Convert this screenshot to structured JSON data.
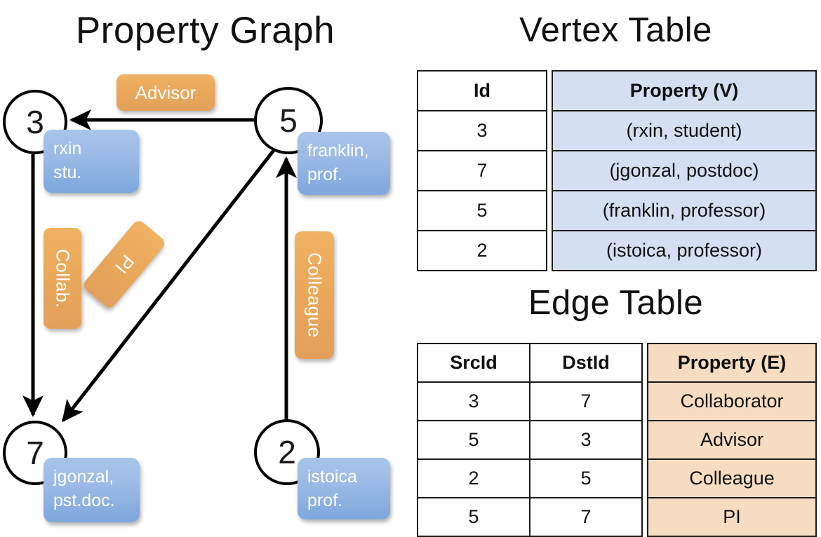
{
  "titles": {
    "property_graph": "Property Graph",
    "vertex_table": "Vertex Table",
    "edge_table": "Edge Table"
  },
  "graph": {
    "nodes": [
      {
        "id": "3",
        "property_lines": [
          "rxin",
          "stu."
        ]
      },
      {
        "id": "5",
        "property_lines": [
          "franklin,",
          "prof."
        ]
      },
      {
        "id": "7",
        "property_lines": [
          "jgonzal,",
          "pst.doc."
        ]
      },
      {
        "id": "2",
        "property_lines": [
          "istoica",
          "prof."
        ]
      }
    ],
    "edge_labels": [
      {
        "name": "advisor",
        "text": "Advisor"
      },
      {
        "name": "collab",
        "text": "Collab."
      },
      {
        "name": "pi",
        "text": "PI"
      },
      {
        "name": "colleague",
        "text": "Colleague"
      }
    ],
    "edges": [
      {
        "src": "5",
        "dst": "3",
        "label": "Advisor"
      },
      {
        "src": "3",
        "dst": "7",
        "label": "Collab."
      },
      {
        "src": "5",
        "dst": "7",
        "label": "PI"
      },
      {
        "src": "2",
        "dst": "5",
        "label": "Colleague"
      }
    ]
  },
  "vertex_table": {
    "headers": {
      "id": "Id",
      "property": "Property (V)"
    },
    "rows": [
      {
        "id": "3",
        "property": "(rxin, student)"
      },
      {
        "id": "7",
        "property": "(jgonzal, postdoc)"
      },
      {
        "id": "5",
        "property": "(franklin, professor)"
      },
      {
        "id": "2",
        "property": "(istoica, professor)"
      }
    ]
  },
  "edge_table": {
    "headers": {
      "src": "SrcId",
      "dst": "DstId",
      "property": "Property (E)"
    },
    "rows": [
      {
        "src": "3",
        "dst": "7",
        "property": "Collaborator"
      },
      {
        "src": "5",
        "dst": "3",
        "property": "Advisor"
      },
      {
        "src": "2",
        "dst": "5",
        "property": "Colleague"
      },
      {
        "src": "5",
        "dst": "7",
        "property": "PI"
      }
    ]
  },
  "colors": {
    "vertex_property_fill": "#d4e0f2",
    "edge_property_fill": "#f6ddc2",
    "node_box_blue": "#9dbbe6",
    "edge_label_orange": "#eaa85a",
    "stroke": "#000000"
  }
}
